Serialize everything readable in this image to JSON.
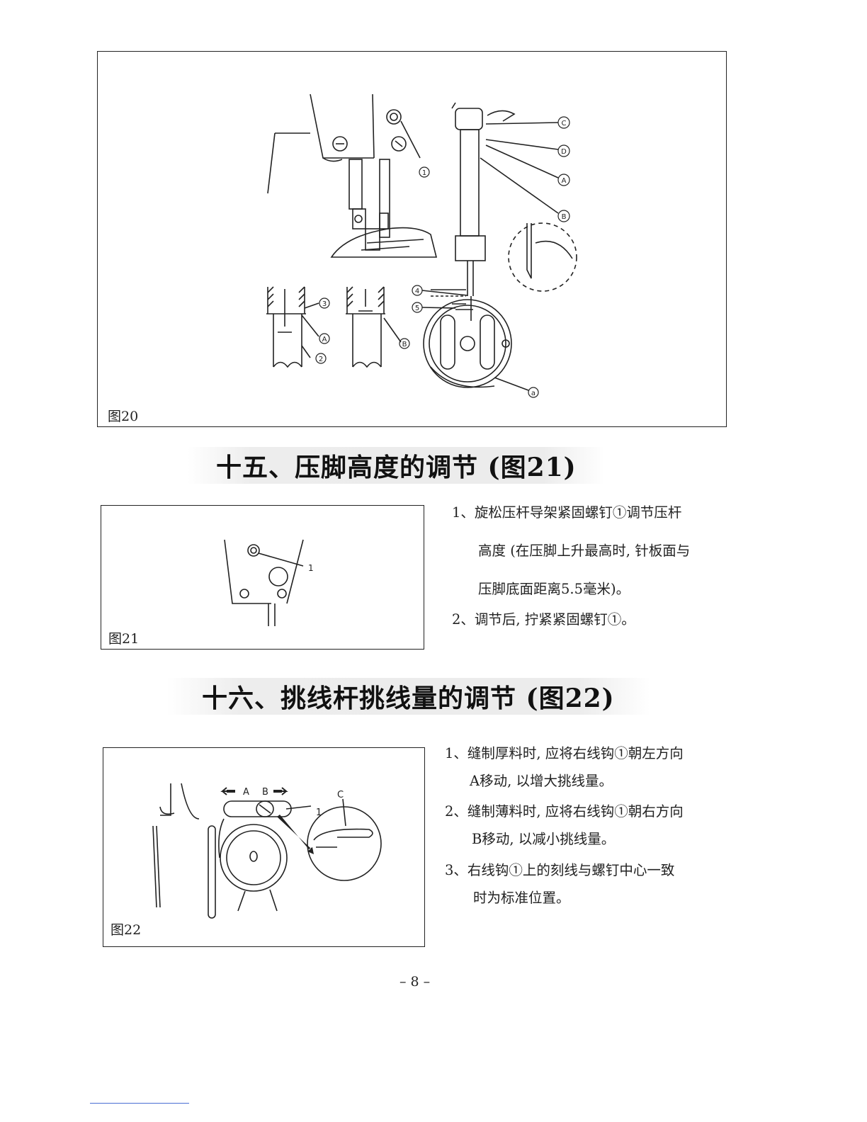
{
  "figure20": {
    "label": "图20",
    "callouts": {
      "c": "C",
      "d": "D",
      "a": "A",
      "b": "B",
      "n1": "1",
      "n2": "2",
      "n3": "3",
      "n4": "4",
      "n5": "5",
      "small_a": "a"
    }
  },
  "section15": {
    "heading": "十五、压脚高度的调节 (图21)",
    "figure_label": "图21",
    "figure_callout": "1",
    "items": [
      {
        "lines": [
          "1、旋松压杆导架紧固螺钉①调节压杆",
          "高度 (在压脚上升最高时, 针板面与",
          "压脚底面距离5.5毫米)。"
        ]
      },
      {
        "lines": [
          "2、调节后, 拧紧紧固螺钉①。"
        ]
      }
    ]
  },
  "section16": {
    "heading": "十六、挑线杆挑线量的调节 (图22)",
    "figure_label": "图22",
    "figure_callouts": {
      "a": "A",
      "b": "B",
      "n1": "1",
      "c": "C"
    },
    "items": [
      {
        "lines": [
          "1、缝制厚料时, 应将右线钩①朝左方向",
          "A移动, 以增大挑线量。"
        ]
      },
      {
        "lines": [
          "2、缝制薄料时, 应将右线钩①朝右方向",
          "B移动, 以减小挑线量。"
        ]
      },
      {
        "lines": [
          "3、右线钩①上的刻线与螺钉中心一致",
          "时为标准位置。"
        ]
      }
    ]
  },
  "footer": {
    "page_number": "– 8 –"
  }
}
